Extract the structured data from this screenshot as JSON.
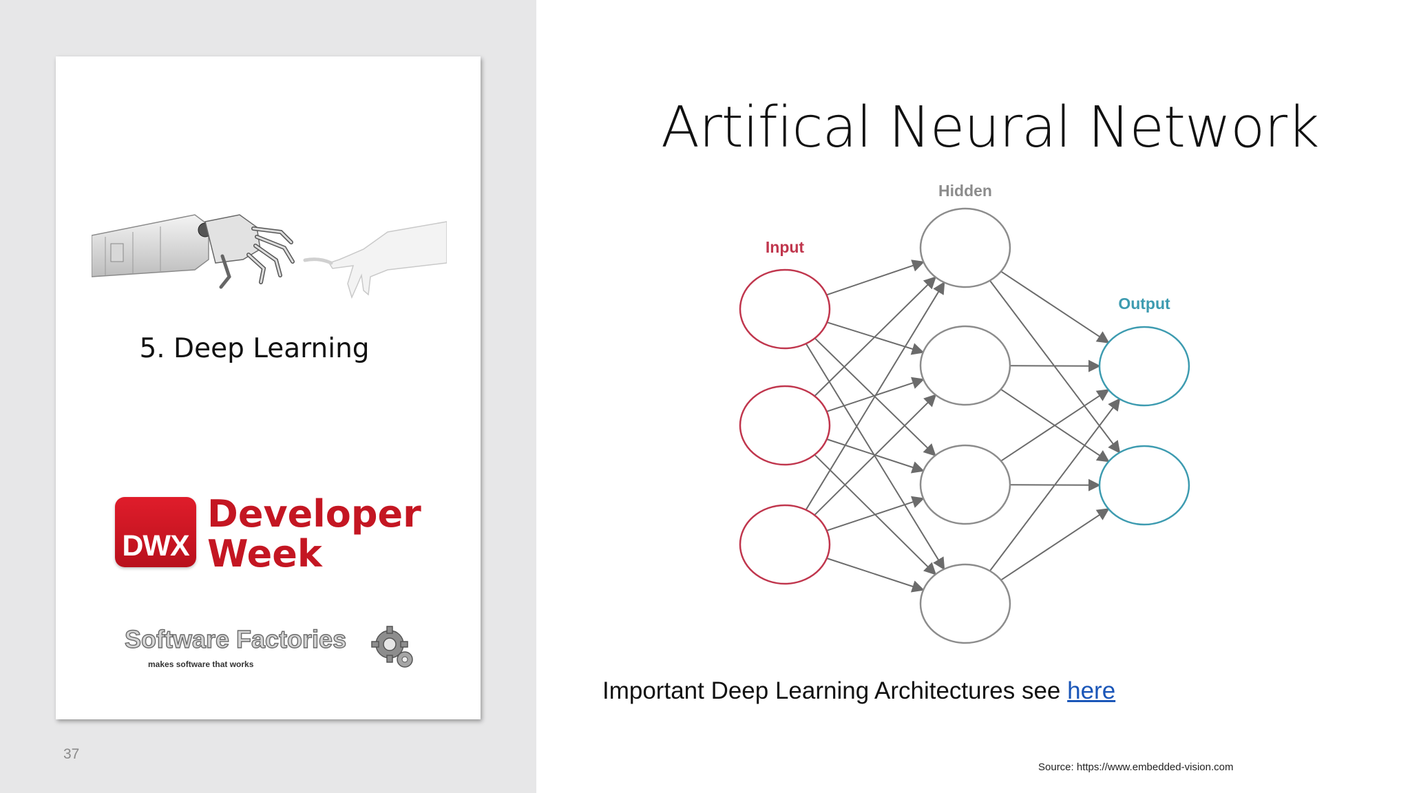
{
  "slide": {
    "title": "Artifical Neural Network",
    "page_number": "37",
    "note_text": "Important Deep Learning Architectures see ",
    "note_link": "here",
    "source": "Source: https://www.embedded-vision.com"
  },
  "card": {
    "section": "5. Deep Learning",
    "event_badge": "DWX",
    "event_line1": "Developer",
    "event_line2": "Week",
    "company_name": "Software Factories",
    "company_tagline": "makes software that works"
  },
  "diagram": {
    "layers": [
      {
        "label": "Input",
        "nodes": 3,
        "color": "#c0364d"
      },
      {
        "label": "Hidden",
        "nodes": 4,
        "color": "#8c8c8c"
      },
      {
        "label": "Output",
        "nodes": 2,
        "color": "#3d9bb0"
      }
    ],
    "edge_color": "#6b6b6b",
    "connectivity": "fully-connected"
  }
}
